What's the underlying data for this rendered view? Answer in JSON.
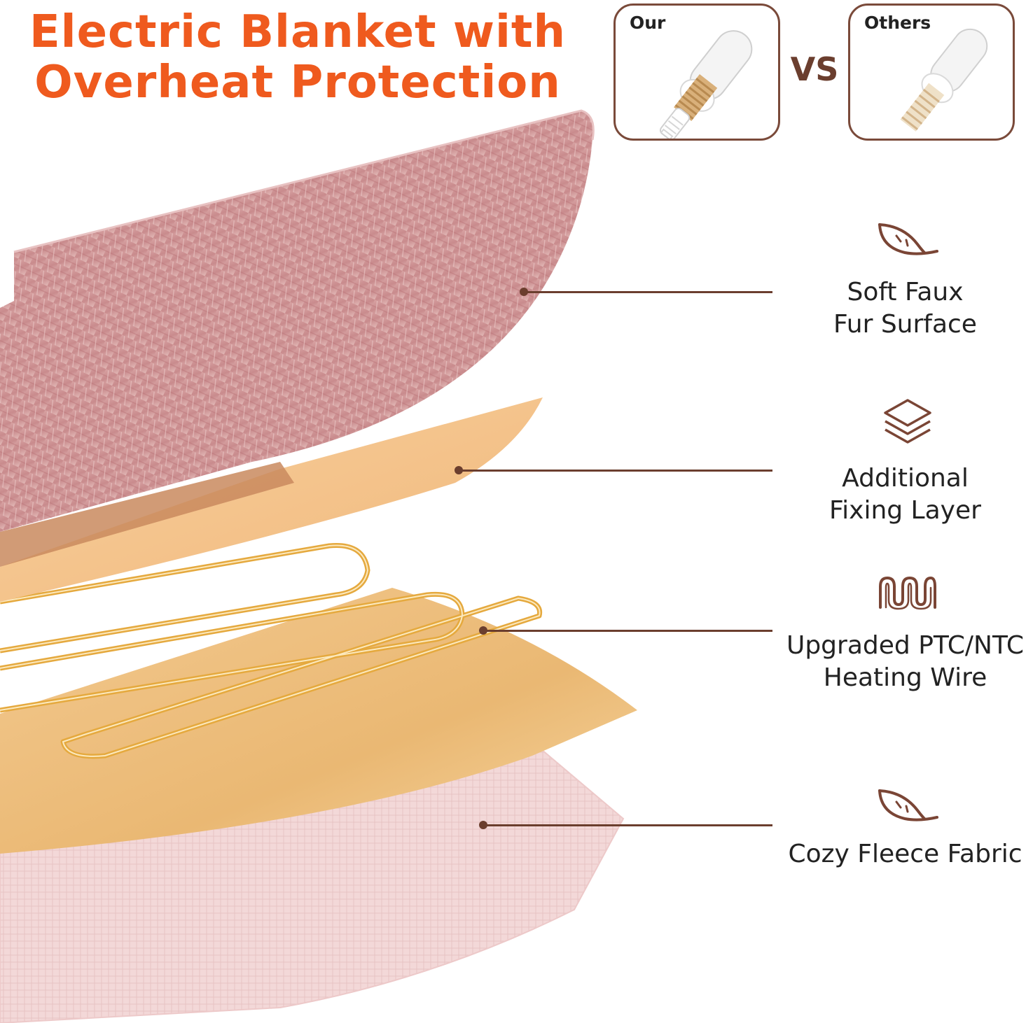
{
  "title": {
    "line1": "Electric Blanket with",
    "line2": "Overheat Protection"
  },
  "comparison": {
    "ours_label": "Our",
    "others_label": "Others",
    "vs_label": "VS"
  },
  "features": [
    {
      "line1": "Soft Faux",
      "line2": "Fur Surface",
      "icon": "leaf-icon"
    },
    {
      "line1": "Additional",
      "line2": "Fixing Layer",
      "icon": "layers-icon"
    },
    {
      "line1": "Upgraded PTC/NTC",
      "line2": "Heating Wire",
      "icon": "heating-coil-icon"
    },
    {
      "line1": "Cozy Fleece Fabric",
      "line2": "",
      "icon": "leaf-icon"
    }
  ],
  "colors": {
    "title": "#ef5a1e",
    "accent_brown": "#6b3e2e",
    "fur_pink": "#d9a2a4",
    "fixing_layer": "#f6c48e",
    "heating_wire": "#e9b24a",
    "fleece_pink": "#f2d6d6"
  }
}
